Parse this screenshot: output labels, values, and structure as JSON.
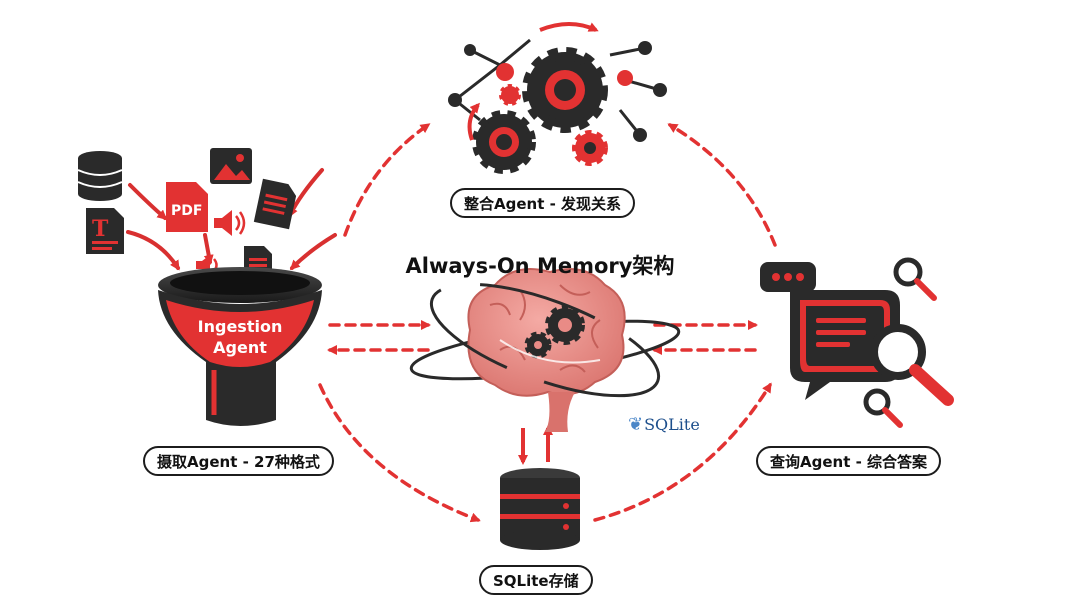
{
  "title": "Always-On Memory架构",
  "labels": {
    "ingestion": "摄取Agent - 27种格式",
    "consolidation": "整合Agent - 发现关系",
    "query": "查询Agent - 综合答案",
    "storage": "SQLite存储"
  },
  "funnel": {
    "line1": "Ingestion",
    "line2": "Agent"
  },
  "icons": {
    "pdf_text": "PDF",
    "text_file_glyph": "T",
    "sqlite_logo_text": "SQLite"
  },
  "colors": {
    "accent": "#e23232",
    "dark": "#2a2a2a",
    "brain": "#e98b86"
  }
}
